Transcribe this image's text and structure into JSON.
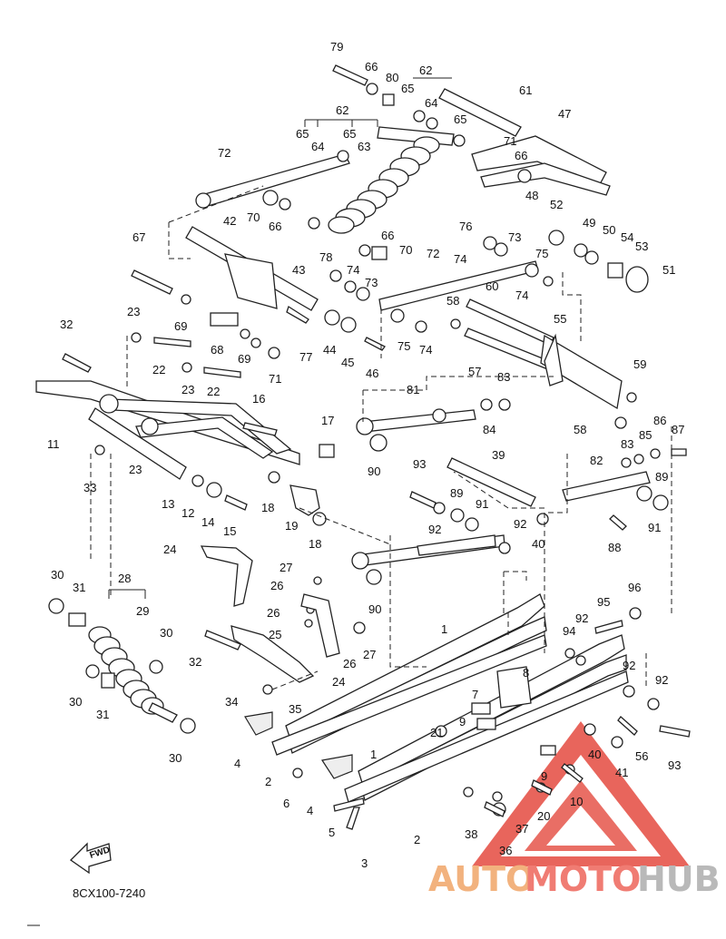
{
  "diagram_code": "8CX100-7240",
  "fwd_label": "FWD",
  "watermark": {
    "part1": "AUTO",
    "part2": "MOTO",
    "part3": "HUB"
  },
  "colors": {
    "line": "#222222",
    "watermark_triangle": "#e44a3f",
    "watermark_auto": "#f2b27e",
    "watermark_moto": "#f07c73",
    "watermark_hub": "#b9b9b9"
  },
  "callouts": [
    "79",
    "66",
    "80",
    "62",
    "65",
    "64",
    "61",
    "47",
    "62",
    "65",
    "64",
    "65",
    "63",
    "65",
    "71",
    "66",
    "72",
    "48",
    "52",
    "70",
    "66",
    "42",
    "76",
    "73",
    "49",
    "50",
    "54",
    "53",
    "67",
    "66",
    "70",
    "72",
    "78",
    "74",
    "73",
    "74",
    "75",
    "51",
    "43",
    "60",
    "58",
    "74",
    "23",
    "32",
    "69",
    "68",
    "77",
    "44",
    "45",
    "46",
    "75",
    "74",
    "55",
    "22",
    "69",
    "71",
    "57",
    "59",
    "23",
    "22",
    "16",
    "83",
    "81",
    "17",
    "58",
    "86",
    "87",
    "85",
    "83",
    "11",
    "84",
    "33",
    "23",
    "90",
    "82",
    "39",
    "93",
    "89",
    "13",
    "12",
    "14",
    "15",
    "18",
    "19",
    "89",
    "91",
    "18",
    "92",
    "92",
    "40",
    "88",
    "91",
    "24",
    "27",
    "26",
    "26",
    "90",
    "30",
    "28",
    "31",
    "29",
    "30",
    "96",
    "95",
    "25",
    "27",
    "92",
    "1",
    "94",
    "32",
    "26",
    "24",
    "92",
    "8",
    "92",
    "34",
    "35",
    "7",
    "9",
    "21",
    "30",
    "31",
    "30",
    "4",
    "2",
    "6",
    "4",
    "40",
    "56",
    "41",
    "93",
    "9",
    "1",
    "10",
    "5",
    "37",
    "20",
    "2",
    "38",
    "36",
    "3"
  ]
}
